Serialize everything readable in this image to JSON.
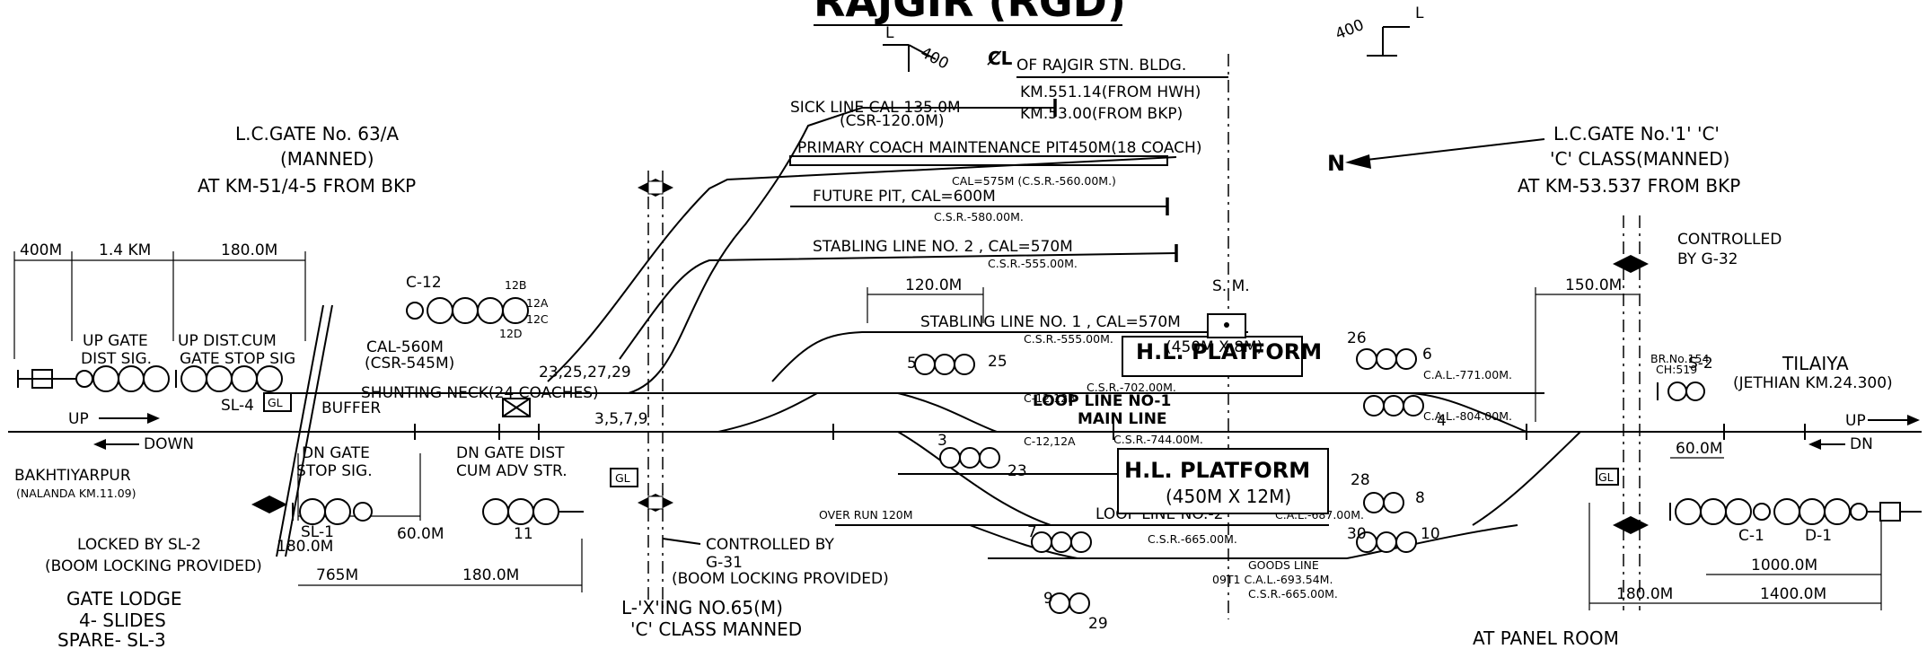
{
  "title": "RAJGIR (RGD)",
  "station_center": "OF RAJGIR STN. BLDG.",
  "km_hwh": "KM.551.14(FROM HWH)",
  "km_bkp": "KM.53.00(FROM BKP)",
  "curve_top": "400",
  "curve_l": "L",
  "north": "N",
  "lc_left": {
    "l1": "L.C.GATE No. 63/A",
    "l2": "(MANNED)",
    "l3": "AT KM-51/4-5 FROM BKP"
  },
  "lc_right": {
    "l1": "L.C.GATE No.'1' 'C'",
    "l2": "'C' CLASS(MANNED)",
    "l3": "AT KM-53.537 FROM BKP"
  },
  "lines": {
    "sick": "SICK LINE CAL-135.0M",
    "sick_csr": "(CSR-120.0M)",
    "pcm": "PRIMARY COACH MAINTENANCE PIT450M(18 COACH)",
    "pcm_cal": "CAL=575M (C.S.R.-560.00M.)",
    "future": "FUTURE PIT, CAL=600M",
    "future_csr": "C.S.R.-580.00M.",
    "stab2": "STABLING LINE NO. 2 , CAL=570M",
    "stab2_csr": "C.S.R.-555.00M.",
    "stab1": "STABLING LINE NO. 1 , CAL=570M",
    "stab1_csr": "C.S.R.-555.00M.",
    "loop1": "LOOP LINE NO-1",
    "main": "MAIN LINE",
    "loop2": "LOOP LINE NO.-2",
    "goods": "GOODS LINE",
    "overrun": "OVER RUN 120M",
    "shunt": "SHUNTING NECK(24 COACHES)",
    "buffer": "BUFFER"
  },
  "platforms": {
    "hl1": "H.L. PLATFORM",
    "hl1_size": "(450M X 8M)",
    "hl2": "H.L. PLATFORM",
    "hl2_size": "(450M X 12M)"
  },
  "dims": {
    "d400": "400M",
    "d14": "1.4 KM",
    "d180a": "180.0M",
    "d120": "120.0M",
    "d150": "150.0M",
    "d60a": "60.0M",
    "d180b": "180.0M",
    "d765": "765M",
    "d180c": "180.0M",
    "d60b": "60.0M",
    "d1000": "1000.0M",
    "d180d": "180.0M",
    "d1400": "1400.0M"
  },
  "signals": {
    "up_gate": "UP GATE",
    "dist_sig": "DIST SIG.",
    "up_dist": "UP DIST.CUM",
    "gate_stop": "GATE STOP SIG",
    "sl4": "SL-4",
    "gl": "GL",
    "dn_gate": "DN GATE",
    "stop_sig": "STOP SIG.",
    "sl1": "SL-1",
    "dn_gate_dist": "DN GATE DIST",
    "cum_adv": "CUM ADV STR.",
    "n11": "11",
    "c12": "C-12",
    "s2": "S-2",
    "c1": "C-1",
    "d1": "D-1"
  },
  "routes": {
    "r1": "23,25,27,29",
    "r2": "3,5,7,9",
    "r3": "C-12,12B",
    "r4": "C-12,12A",
    "cal560": "CAL-560M",
    "csr545": "(CSR-545M)"
  },
  "cal": {
    "loop1_cal": "C.A.L.-771.00M.",
    "loop1_csr": "C.S.R.-702.00M.",
    "main_cal": "C.A.L.-804.00M.",
    "main_csr": "C.S.R.-744.00M.",
    "loop2_cal": "C.A.L.-687.00M.",
    "loop2_csr": "C.S.R.-665.00M.",
    "goods_cal": "09T1 C.A.L.-693.54M.",
    "goods_csr": "C.S.R.-665.00M."
  },
  "labels": {
    "bakhtiyarpur": "BAKHTIYARPUR",
    "nalanda": "(NALANDA KM.11.09)",
    "up": "UP",
    "down": "DOWN",
    "dn": "DN",
    "tilaiya": "TILAIYA",
    "jethian": "(JETHIAN KM.24.300)",
    "controlled_g32_1": "CONTROLLED",
    "controlled_g32_2": "BY G-32",
    "controlled_g31_1": "CONTROLLED BY",
    "controlled_g31_2": "G-31",
    "boom": "(BOOM LOCKING PROVIDED)",
    "locked": "LOCKED BY SL-2",
    "boom2": "(BOOM LOCKING PROVIDED)",
    "gate_lodge": "GATE LODGE",
    "slides": "4- SLIDES",
    "spare": "SPARE- SL-3",
    "lxing1": "L-'X'ING NO.65(M)",
    "lxing2": "'C' CLASS MANNED",
    "panel": "AT PANEL ROOM",
    "sm": "S. M.",
    "br": "BR.No.154",
    "ch": "CH:519"
  }
}
